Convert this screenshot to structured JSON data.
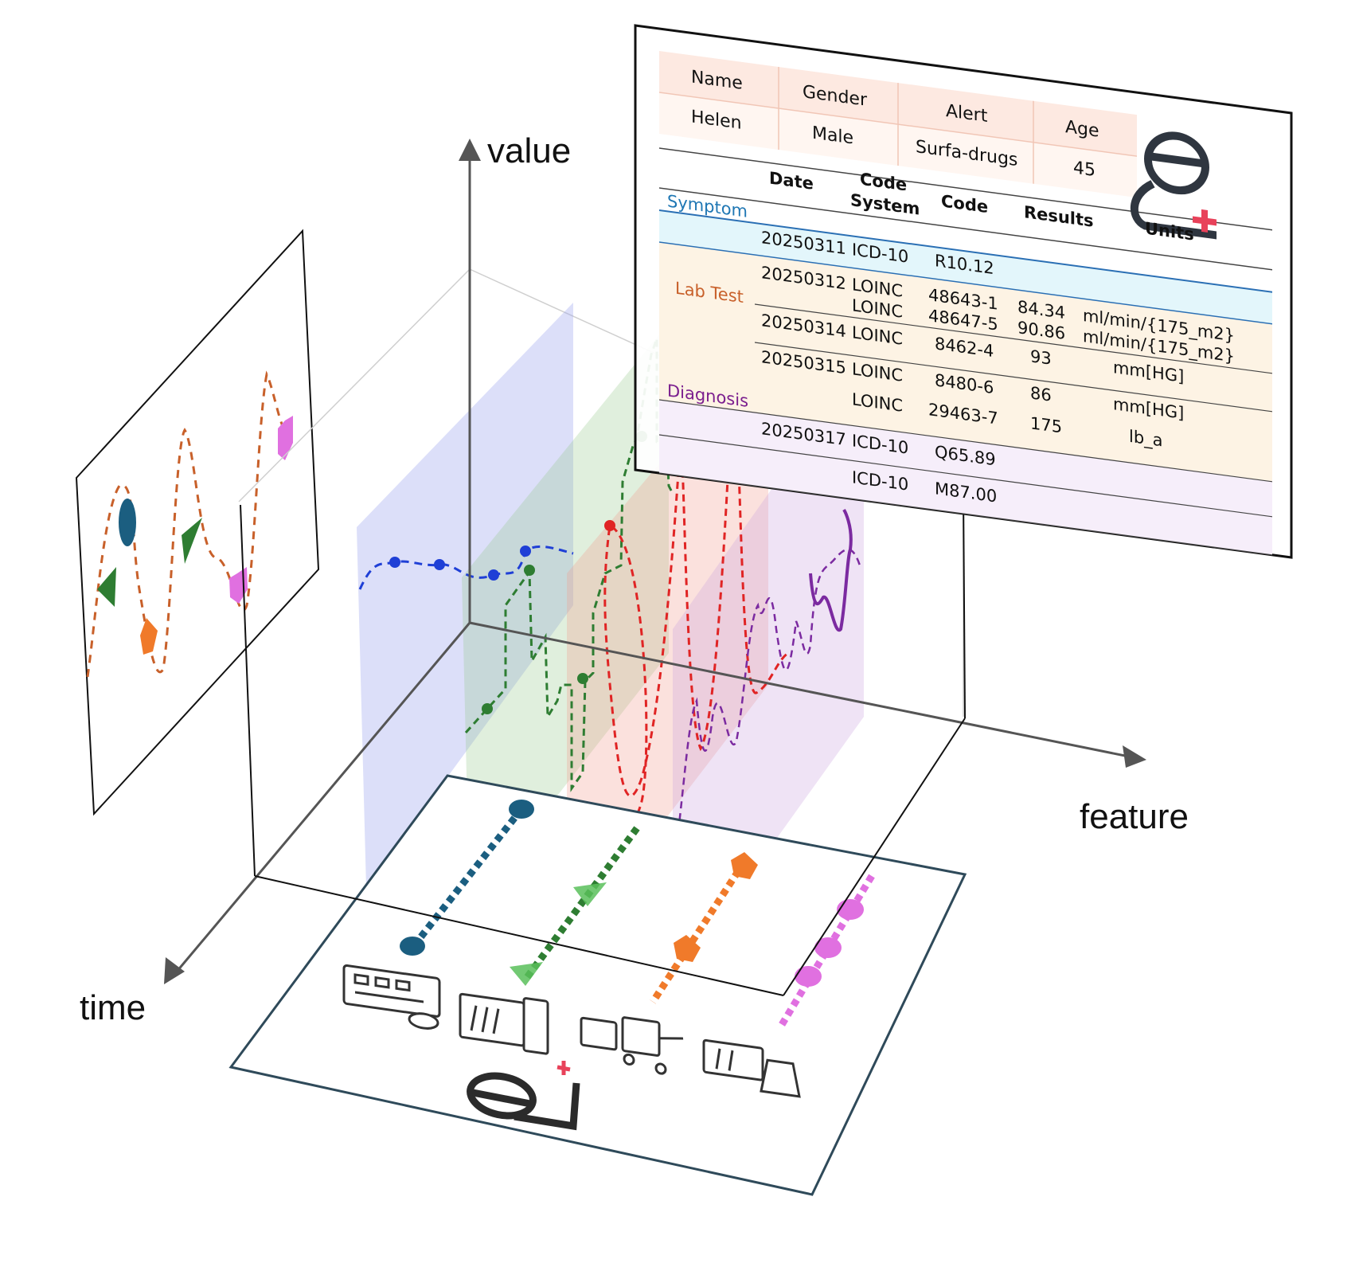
{
  "axes": {
    "value_label": "value",
    "feature_label": "feature",
    "time_label": "time"
  },
  "colors": {
    "symptom": "#1f77b4",
    "lab_test": "#c8602a",
    "diagnosis": "#7b1e8e",
    "blue_series": "#1f3fd6",
    "green_series": "#2e7d32",
    "red_series": "#e02424",
    "purple_series": "#7b2aa0",
    "teal_marker": "#1b5e80",
    "orange_marker": "#f07a2a",
    "pink_marker": "#e070e0",
    "header_fill": "#fde9e1",
    "symptom_row_fill": "#e3f6fb",
    "lab_row_fill": "#fdf3e4",
    "diag_row_fill": "#f6eefa",
    "doctor_cross": "#e8425a"
  },
  "ehr_card": {
    "patient_headers": [
      "Name",
      "Gender",
      "Alert",
      "Age"
    ],
    "patient_values": [
      "Helen",
      "Male",
      "Surfa-drugs",
      "45"
    ],
    "record_headers": [
      "Date",
      "Code",
      "System",
      "Code",
      "Results",
      "Units"
    ],
    "categories": [
      "Symptom",
      "Lab Test",
      "Diagnosis"
    ],
    "records": [
      {
        "date": "20250311",
        "system": "ICD-10",
        "code": "R10.12",
        "result": "",
        "unit": ""
      },
      {
        "date": "20250312",
        "system": "LOINC",
        "code": "48643-1",
        "result": "84.34",
        "unit": "ml/min/{175_m2}"
      },
      {
        "date": "",
        "system": "LOINC",
        "code": "48647-5",
        "result": "90.86",
        "unit": "ml/min/{175_m2}"
      },
      {
        "date": "20250314",
        "system": "LOINC",
        "code": "8462-4",
        "result": "93",
        "unit": "mm[HG]"
      },
      {
        "date": "20250315",
        "system": "LOINC",
        "code": "8480-6",
        "result": "86",
        "unit": "mm[HG]"
      },
      {
        "date": "",
        "system": "LOINC",
        "code": "29463-7",
        "result": "175",
        "unit": "lb_a"
      },
      {
        "date": "20250317",
        "system": "ICD-10",
        "code": "Q65.89",
        "result": "",
        "unit": ""
      },
      {
        "date": "",
        "system": "ICD-10",
        "code": "M87.00",
        "result": "",
        "unit": ""
      }
    ]
  },
  "icons": {
    "doctor_card": "doctor-icon",
    "floor_items": [
      "monitor-pills-icon",
      "icd-document-icon",
      "lab-cart-icon",
      "lab-flask-icon"
    ],
    "floor_logo": "doctor-logo-icon"
  }
}
